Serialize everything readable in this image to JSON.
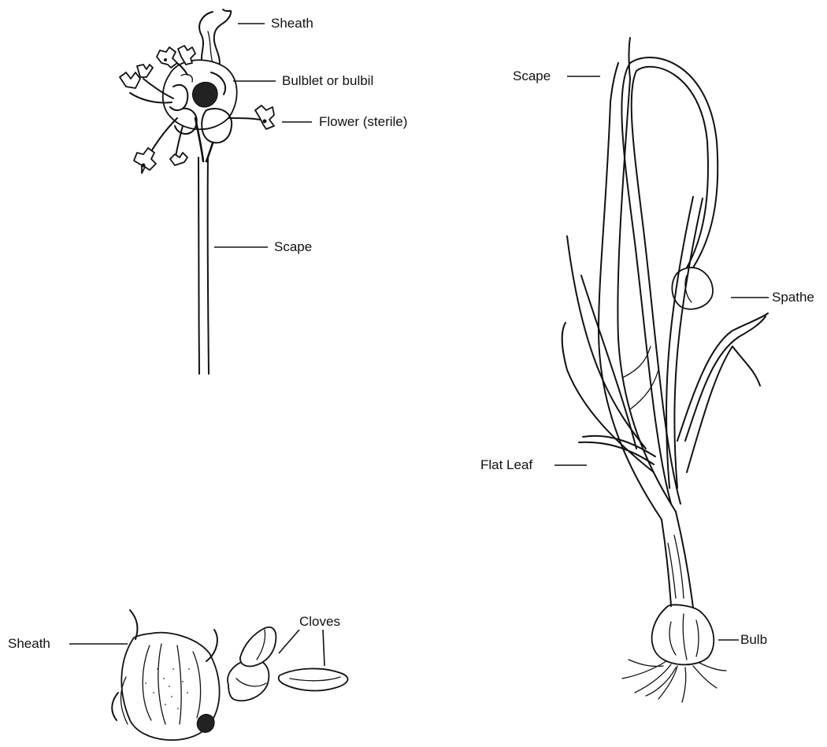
{
  "labels": {
    "sheath_top": "Sheath",
    "bulblet": "Bulblet or bulbil",
    "flower": "Flower (sterile)",
    "scape_left": "Scape",
    "scape_right": "Scape",
    "spathe": "Spathe",
    "flat_leaf": "Flat Leaf",
    "bulb": "Bulb",
    "sheath_bottom": "Sheath",
    "cloves": "Cloves"
  }
}
